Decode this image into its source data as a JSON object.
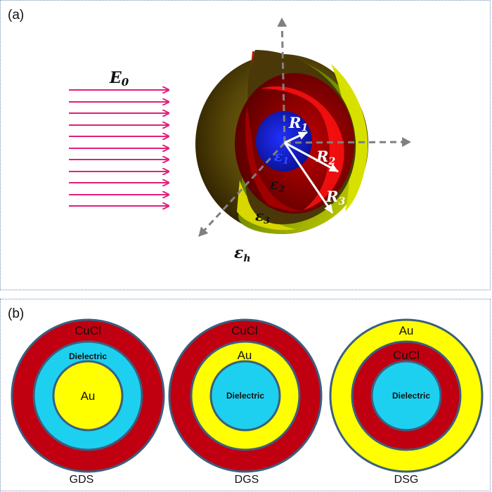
{
  "panel_a": {
    "label": "(a)",
    "field": {
      "symbol": "E",
      "sub": "0"
    },
    "radii": [
      {
        "symbol": "R",
        "sub": "1"
      },
      {
        "symbol": "R",
        "sub": "2"
      },
      {
        "symbol": "R",
        "sub": "3"
      }
    ],
    "permittivities": [
      {
        "symbol": "ε",
        "sub": "1"
      },
      {
        "symbol": "ε",
        "sub": "2"
      },
      {
        "symbol": "ε",
        "sub": "3"
      },
      {
        "symbol": "ε",
        "sub": "h"
      }
    ],
    "colors": {
      "core": "#1020d0",
      "shell2": "#e00000",
      "shell3_outer": "#3a2000",
      "shell3_inner": "#d8d800",
      "field_arrows": "#e0207a",
      "axes": "#808080"
    }
  },
  "panel_b": {
    "label": "(b)",
    "structures": [
      {
        "name": "GDS",
        "outer": "CuCl",
        "middle": "Dielectric",
        "core": "Au"
      },
      {
        "name": "DGS",
        "outer": "CuCl",
        "middle": "Au",
        "core": "Dielectric"
      },
      {
        "name": "DSG",
        "outer": "Au",
        "middle": "CuCl",
        "core": "Dielectric"
      }
    ],
    "colors": {
      "CuCl": "#c00010",
      "Au": "#ffff00",
      "Dielectric": "#1ed0f0",
      "stroke": "#3a5f80"
    }
  }
}
